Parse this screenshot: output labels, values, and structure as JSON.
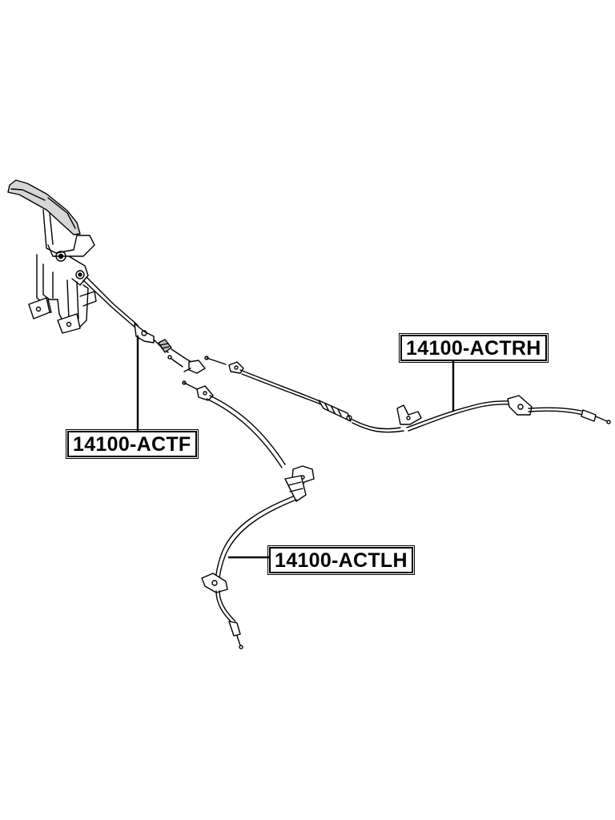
{
  "labels": {
    "front_cable": "14100-ACTF",
    "rear_right_cable": "14100-ACTRH",
    "rear_left_cable": "14100-ACTLH"
  },
  "colors": {
    "line": "#000000",
    "background": "#ffffff"
  }
}
